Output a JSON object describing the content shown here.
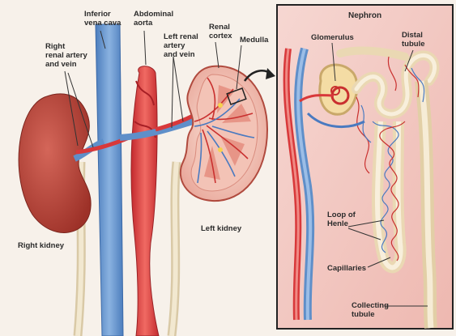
{
  "left_panel": {
    "labels": {
      "inferior_vena_cava": "Inferior\nvena cava",
      "abdominal_aorta": "Abdominal\naorta",
      "right_renal_artery_vein": "Right\nrenal artery\nand vein",
      "left_renal_artery_vein": "Left renal\nartery\nand vein",
      "renal_cortex": "Renal\ncortex",
      "medulla": "Medulla",
      "right_kidney": "Right kidney",
      "left_kidney": "Left kidney"
    }
  },
  "inset": {
    "title": "Nephron",
    "labels": {
      "glomerulus": "Glomerulus",
      "distal_tubule": "Distal\ntubule",
      "loop_of_henle": "Loop of\nHenle",
      "capillaries": "Capillaries",
      "collecting_tubule": "Collecting\ntubule"
    }
  },
  "colors": {
    "background": "#f7f1ea",
    "kidney": "#b8463d",
    "artery": "#d8383a",
    "vein": "#5f8fc9",
    "ureter": "#efe3c7",
    "inset_background": "#f3c9c3"
  }
}
